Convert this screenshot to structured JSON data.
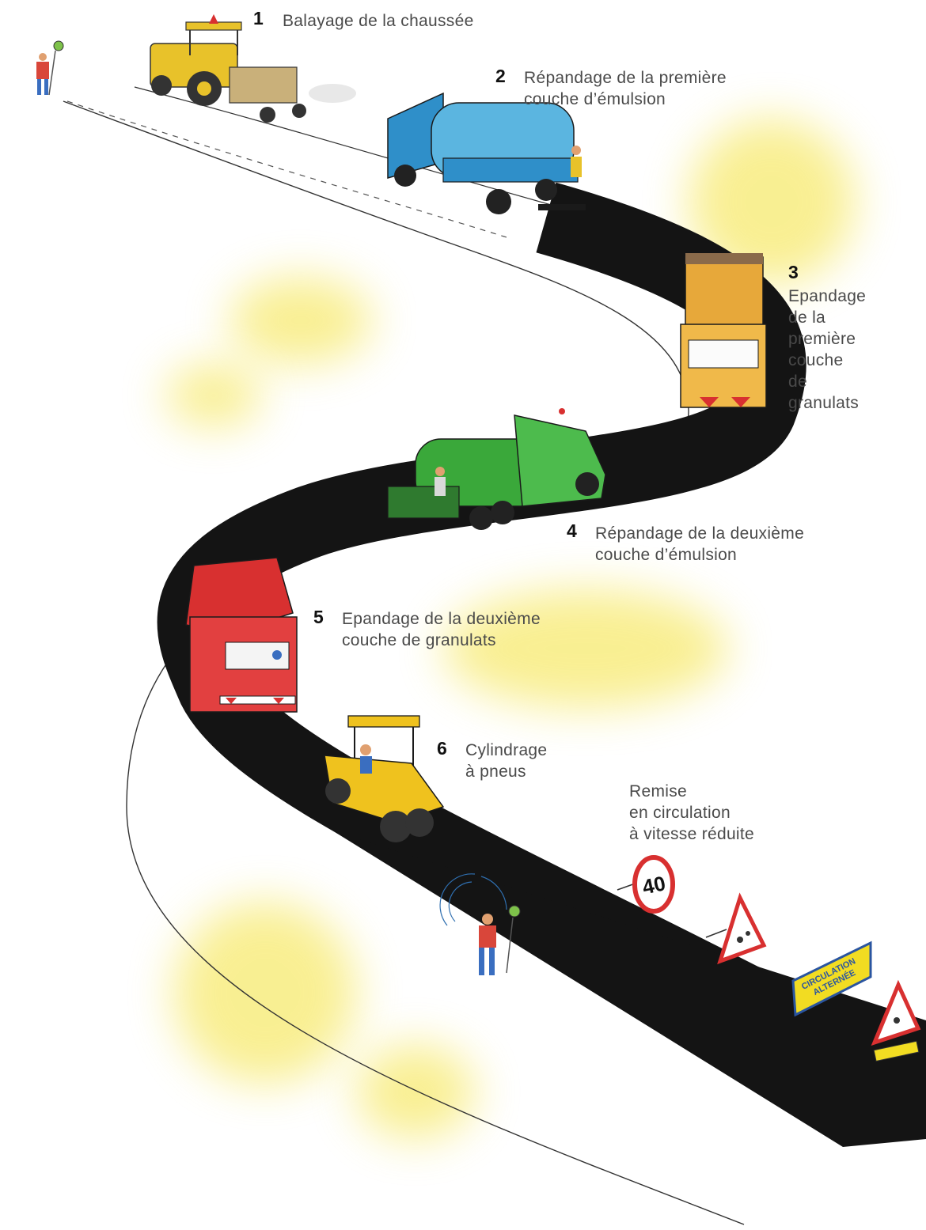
{
  "steps": [
    {
      "number": "1",
      "label": "Balayage de la chaussée"
    },
    {
      "number": "2",
      "label": "Répandage de la première\ncouche d’émulsion"
    },
    {
      "number": "3",
      "label": "Epandage\nde la\npremière\ncouche\nde\ngranulats"
    },
    {
      "number": "4",
      "label": "Répandage de la deuxième\ncouche d’émulsion"
    },
    {
      "number": "5",
      "label": "Epandage de la deuxième\ncouche de granulats"
    },
    {
      "number": "6",
      "label": "Cylindrage\nà pneus"
    }
  ],
  "remise": "Remise\nen circulation\nà vitesse réduite",
  "signs": {
    "speed_limit": "40",
    "alternate_traffic": "CIRCULATION\nALTERNÉE"
  },
  "colors": {
    "road": "#141414",
    "tractor": "#e8c22a",
    "emulsion_truck_1": "#2f8fc9",
    "gravel_truck_1": "#e7a83a",
    "emulsion_truck_2": "#3aa83a",
    "gravel_truck_2": "#d83030",
    "roller": "#efc21e",
    "glow": "#f3e23a"
  }
}
